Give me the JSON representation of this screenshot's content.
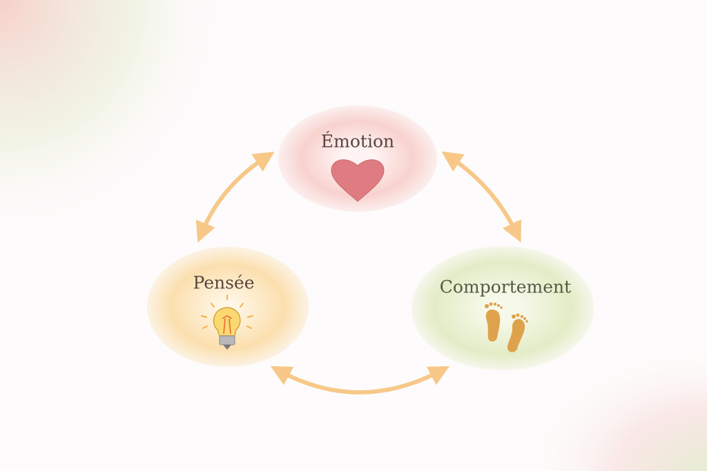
{
  "nodes": {
    "emotion": {
      "label": "Émotion",
      "color": "#f5c4c0",
      "icon": "heart-icon"
    },
    "pensee": {
      "label": "Pensée",
      "color": "#f9d9a4",
      "icon": "lightbulb-icon"
    },
    "comportement": {
      "label": "Comportement",
      "color": "#dfe9bf",
      "icon": "footprints-icon"
    }
  },
  "colors": {
    "arrow": "#f7c888",
    "text": "#5a4640",
    "text_green": "#545a44"
  }
}
